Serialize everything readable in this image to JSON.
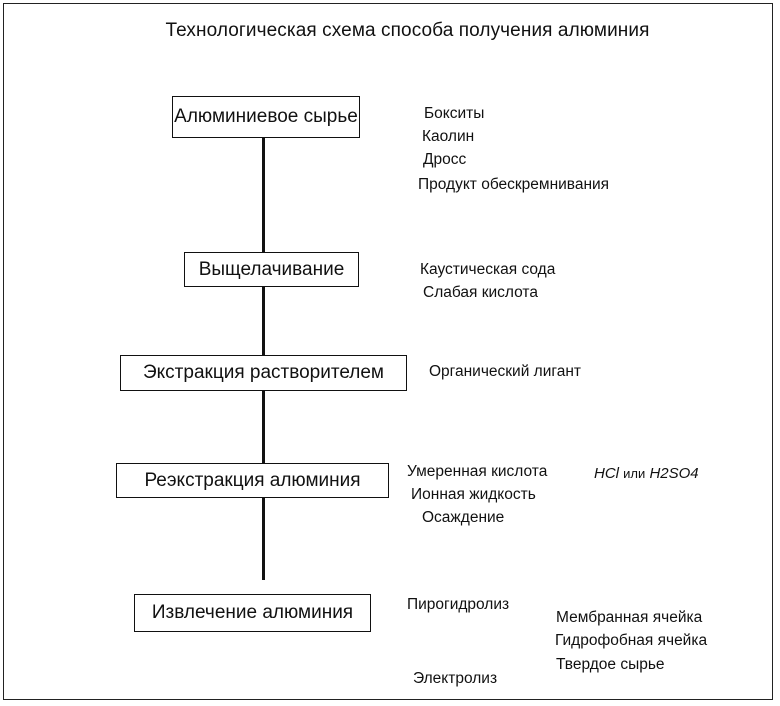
{
  "title": "Технологическая схема способа получения алюминия",
  "steps": [
    {
      "label": "Алюминиевое сырье",
      "notes": [
        "Бокситы",
        "Каолин",
        "Дросс",
        "Продукт обескремнивания"
      ]
    },
    {
      "label": "Выщелачивание",
      "notes": [
        "Каустическая сода",
        "Слабая кислота"
      ]
    },
    {
      "label": "Экстракция растворителем",
      "notes": [
        "Органический лигант"
      ]
    },
    {
      "label": "Реэкстракция алюминия",
      "notes": [
        "Умеренная кислота",
        "Ионная жидкость",
        "Осаждение"
      ]
    },
    {
      "label": "Извлечение алюминия",
      "notes": [
        "Пирогидролиз",
        "Мембранная ячейка",
        "Гидрофобная ячейка",
        "Твердое сырье",
        "Электролиз"
      ]
    }
  ],
  "acid_formula": {
    "left": "HCl",
    "connector": "или",
    "right": "H2SO4"
  }
}
